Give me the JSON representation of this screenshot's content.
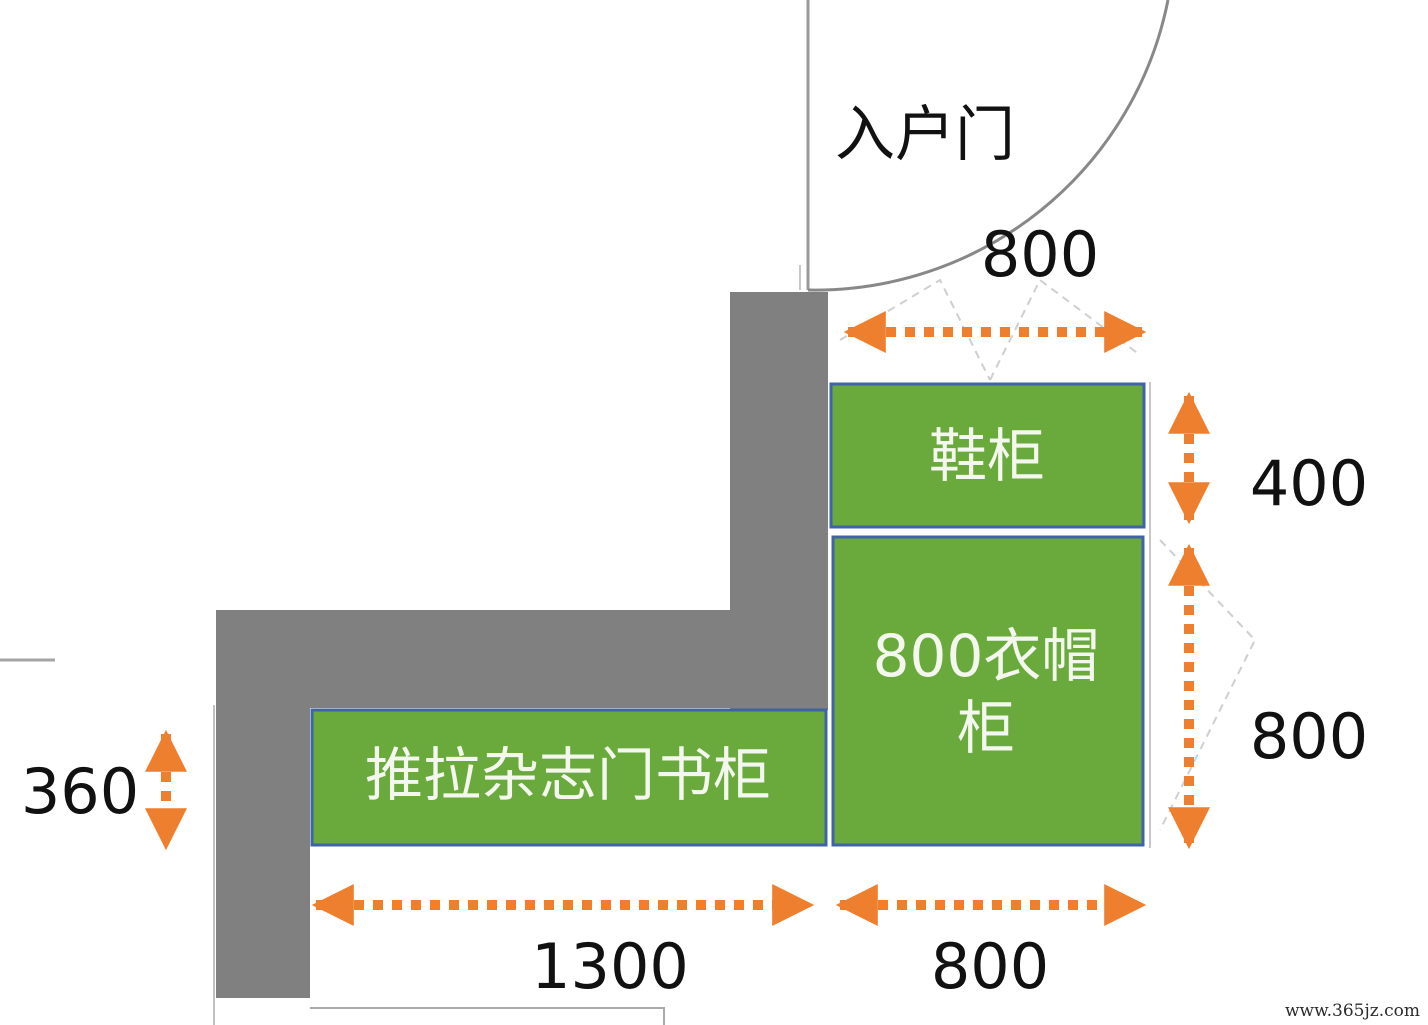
{
  "door": {
    "label": "入户门"
  },
  "cabinets": {
    "shoe": {
      "label": "鞋柜"
    },
    "wardrobe": {
      "line1": "800衣帽",
      "line2": "柜"
    },
    "bookcase": {
      "label": "推拉杂志门书柜"
    }
  },
  "dimensions": {
    "top_width": "800",
    "shoe_depth": "400",
    "wardrobe_depth": "800",
    "bookcase_depth": "360",
    "bookcase_width": "1300",
    "bottom_width": "800"
  },
  "watermark": "www.365jz.com",
  "colors": {
    "wall": "#808080",
    "cabinet_fill": "#6aaa3c",
    "cabinet_border": "#3f63a8",
    "dimension_arrow": "#ee7f2f",
    "line": "#9a9a9a"
  }
}
